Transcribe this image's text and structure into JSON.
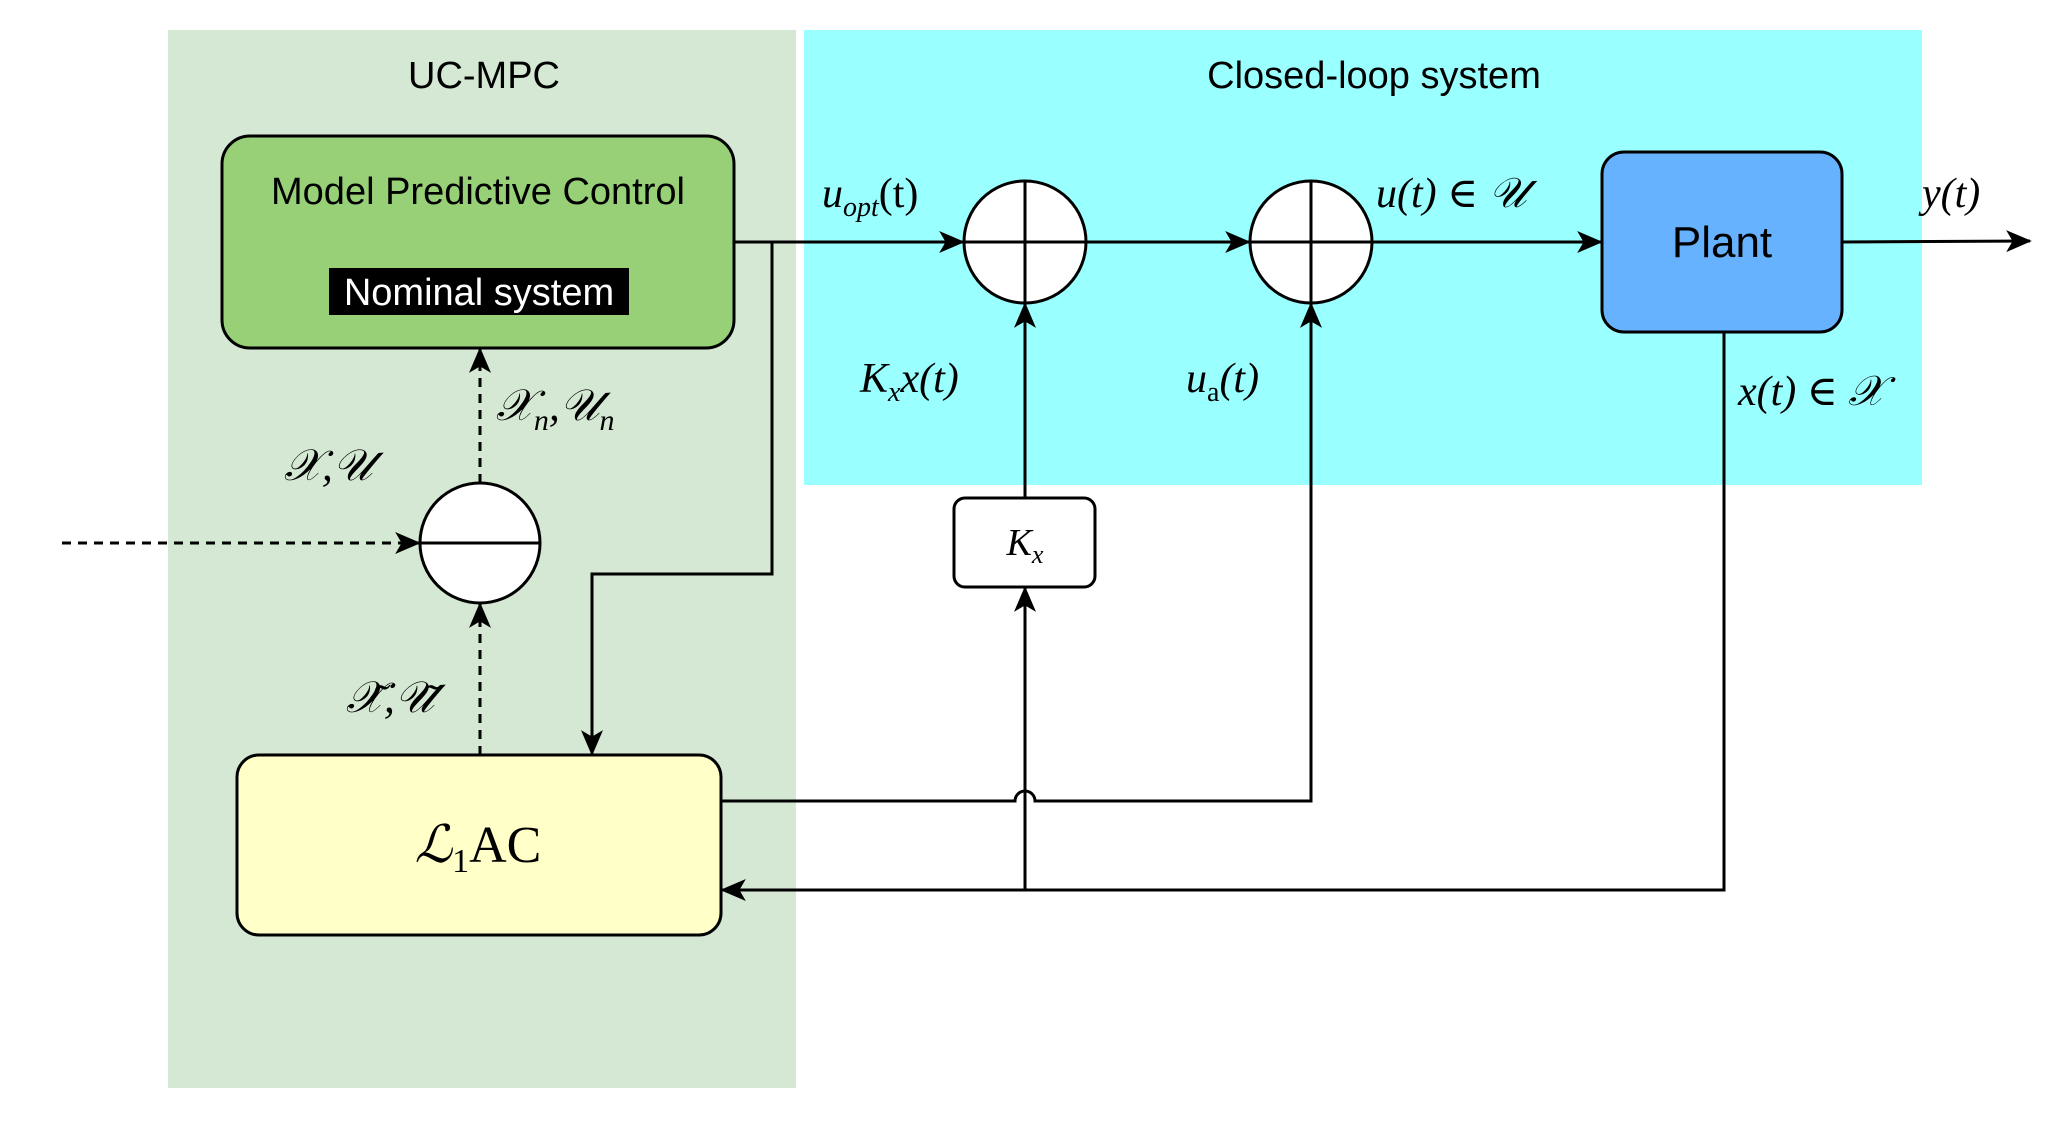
{
  "regions": {
    "uc_mpc": {
      "title": "UC-MPC",
      "color": "#d5e8d4"
    },
    "closed_loop": {
      "title": "Closed-loop system",
      "color": "#99ffff"
    }
  },
  "blocks": {
    "mpc": {
      "title": "Model Predictive Control",
      "subtitle": "Nominal system",
      "color": "#97d077"
    },
    "plant": {
      "label": "Plant",
      "color": "#66b2ff"
    },
    "kx": {
      "label_main": "K",
      "label_sub": "x"
    },
    "l1ac": {
      "label_script": "ℒ",
      "label_sub": "1",
      "label_rest": "AC",
      "color": "#ffffc7"
    }
  },
  "signals": {
    "u_opt": {
      "main": "u",
      "sub": "opt",
      "rest": "(t)"
    },
    "u_total": {
      "text": "u(t) ∈ 𝒰"
    },
    "y": {
      "text": "y(t)"
    },
    "kx_x": {
      "main": "K",
      "sub": "x",
      "rest": "x(t)"
    },
    "u_a": {
      "main": "u",
      "sub": "a",
      "rest": "(t)"
    },
    "x_state": {
      "text": "x(t) ∈ 𝒳"
    },
    "constraints": {
      "text": "𝒳,𝒰"
    },
    "nominal_constraints": {
      "x_main": "𝒳",
      "x_sub": "n",
      "sep": ",",
      "u_main": "𝒰",
      "u_sub": "n"
    },
    "uncertainty_sets": {
      "text": "𝒳̃,𝒰̃"
    }
  }
}
